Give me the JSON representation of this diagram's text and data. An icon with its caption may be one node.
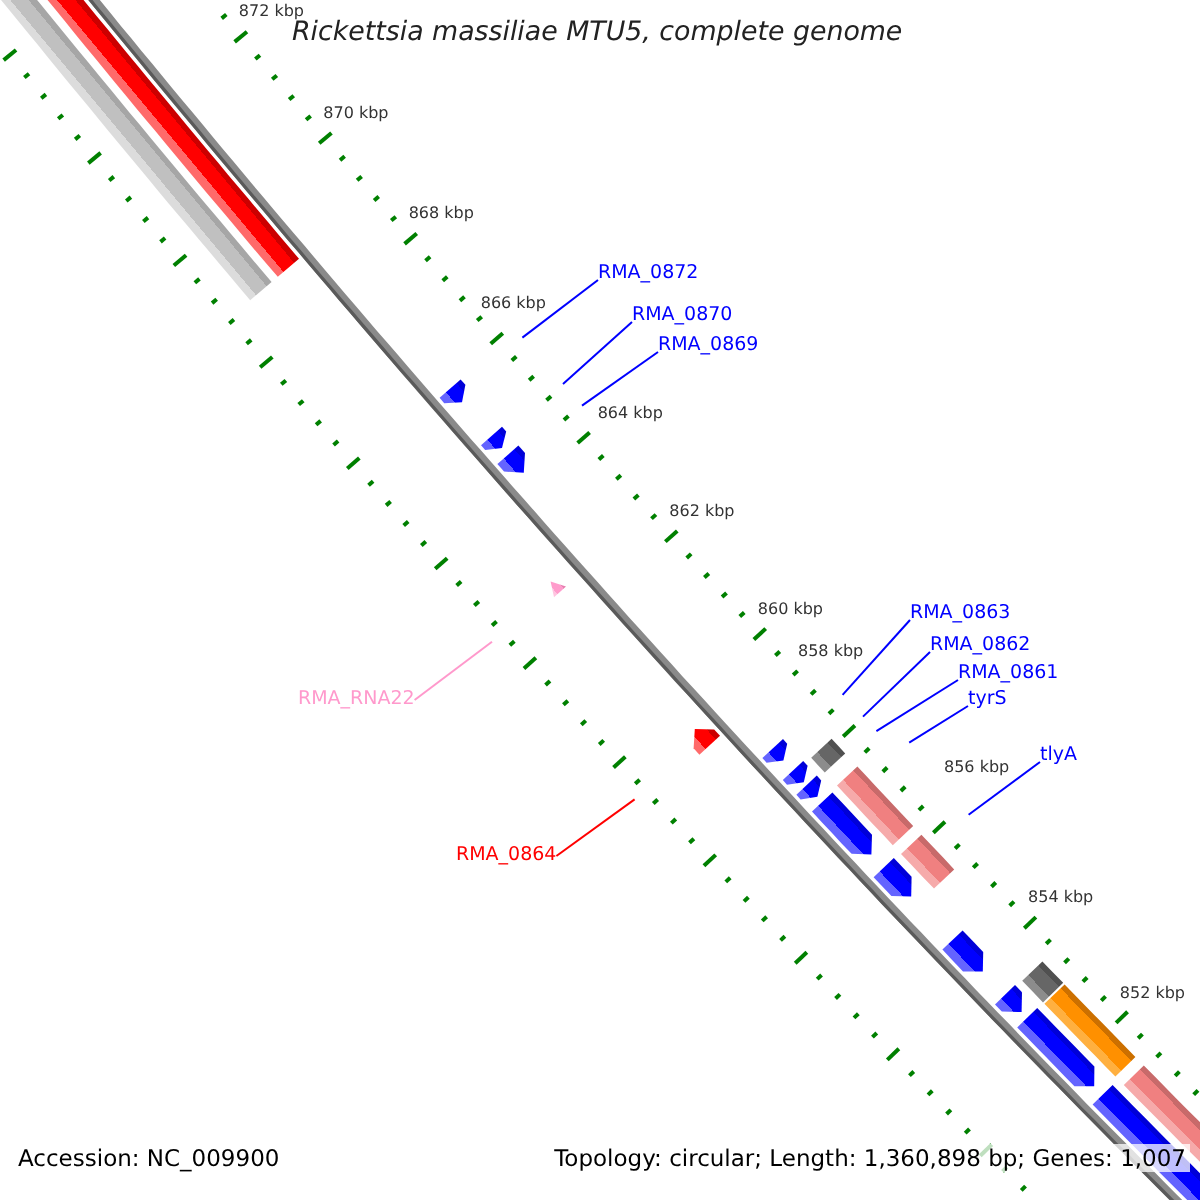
{
  "diagram": {
    "title": "Rickettsia massiliae MTU5, complete genome",
    "nodes": [
      {
        "text": [
          "RMA_0872"
        ]
      },
      {
        "text": [
          "RMA_0870"
        ]
      },
      {
        "text": [
          "RMA_0869"
        ]
      },
      {
        "text": [
          "RMA_0863"
        ]
      },
      {
        "text": [
          "RMA_0862"
        ]
      },
      {
        "text": [
          "RMA_0861"
        ]
      },
      {
        "text": [
          "tyrS"
        ]
      },
      {
        "text": [
          "tlyA"
        ]
      },
      {
        "text": [
          "RMA_RNA22"
        ]
      },
      {
        "text": [
          "RMA_0864"
        ]
      }
    ],
    "edges": [
      {
        "from": 0,
        "to": null,
        "arrow": "none"
      },
      {
        "from": 1,
        "to": null,
        "arrow": "none"
      },
      {
        "from": 2,
        "to": null,
        "arrow": "none"
      },
      {
        "from": 3,
        "to": null,
        "arrow": "none"
      },
      {
        "from": 4,
        "to": null,
        "arrow": "none"
      },
      {
        "from": 5,
        "to": null,
        "arrow": "none"
      },
      {
        "from": 6,
        "to": null,
        "arrow": "none"
      },
      {
        "from": 7,
        "to": null,
        "arrow": "none"
      },
      {
        "from": 8,
        "to": null,
        "arrow": "none",
        "color": "#ff99cc"
      },
      {
        "from": 9,
        "to": null,
        "arrow": "none",
        "color": "#ff0000"
      }
    ],
    "labels": [
      "872 kbp",
      "870 kbp",
      "868 kbp",
      "866 kbp",
      "864 kbp",
      "862 kbp",
      "860 kbp",
      "858 kbp",
      "856 kbp",
      "854 kbp",
      "852 kbp",
      "Accession: NC_009900",
      "Topology: circular; Length: 1,360,898 bp; Genes: 1,007"
    ]
  }
}
